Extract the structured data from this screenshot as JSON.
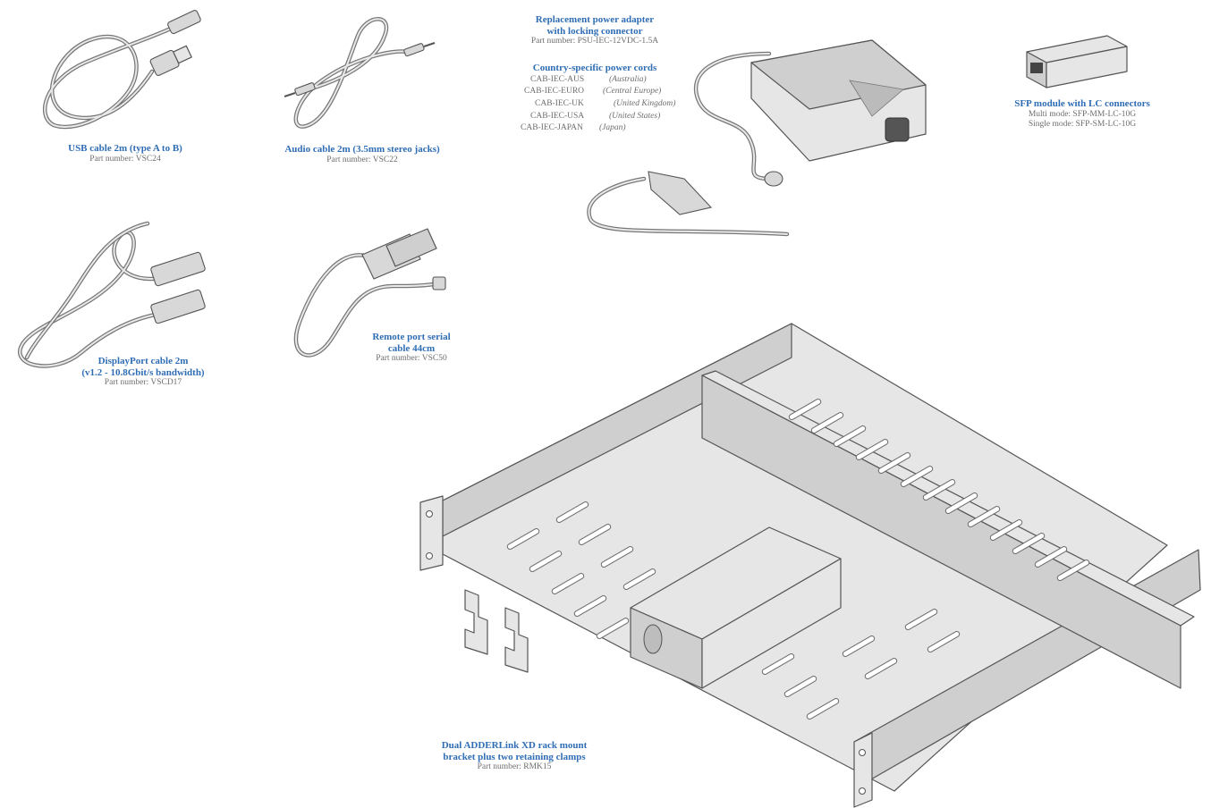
{
  "usb": {
    "title": "USB cable 2m (type A to B)",
    "part": "Part number: VSC24"
  },
  "audio": {
    "title": "Audio cable 2m (3.5mm stereo jacks)",
    "part": "Part number: VSC22"
  },
  "power": {
    "title_line1": "Replacement power adapter",
    "title_line2": "with locking connector",
    "part": "Part number: PSU-IEC-12VDC-1.5A"
  },
  "cords": {
    "title": "Country-specific power cords",
    "items": [
      {
        "code": "CAB-IEC-AUS",
        "region": "(Australia)"
      },
      {
        "code": "CAB-IEC-EURO",
        "region": "(Central Europe)"
      },
      {
        "code": "CAB-IEC-UK",
        "region": "(United Kingdom)"
      },
      {
        "code": "CAB-IEC-USA",
        "region": "(United States)"
      },
      {
        "code": "CAB-IEC-JAPAN",
        "region": "(Japan)"
      }
    ]
  },
  "sfp": {
    "title": "SFP module with LC connectors",
    "multi": "Multi mode: SFP-MM-LC-10G",
    "single": "Single mode: SFP-SM-LC-10G"
  },
  "displayport": {
    "title_line1": "DisplayPort cable 2m",
    "title_line2": "(v1.2 - 10.8Gbit/s bandwidth)",
    "part": "Part number: VSCD17"
  },
  "serial": {
    "title_line1": "Remote port serial",
    "title_line2": "cable 44cm",
    "part": "Part number: VSC50"
  },
  "rack": {
    "title_line1": "Dual ADDERLink XD rack mount",
    "title_line2": "bracket plus two retaining clamps",
    "part": "Part number: RMK15"
  }
}
